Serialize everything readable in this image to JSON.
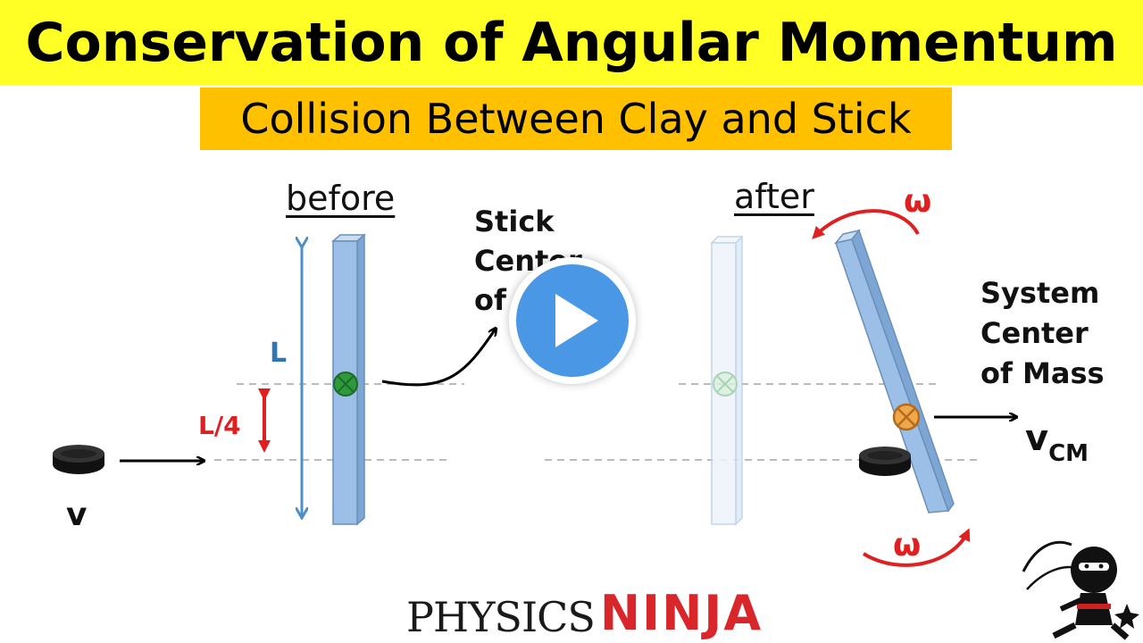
{
  "header": {
    "title": "Conservation of Angular Momentum",
    "subtitle": "Collision Between Clay and Stick"
  },
  "diagram": {
    "before_label": "before",
    "after_label": "after",
    "length_label": "L",
    "offset_label": "L/4",
    "velocity_label": "v",
    "stick_com_label": [
      "Stick",
      "Center",
      "of"
    ],
    "system_com_label": [
      "System",
      "Center",
      "of Mass"
    ],
    "vcm_main": "v",
    "vcm_sub": "CM",
    "omega_label": "ω"
  },
  "brand": {
    "part1": "PHYSICS",
    "part2": "NINJA"
  },
  "colors": {
    "title_bg": "#ffff26",
    "subtitle_bg": "#ffc000",
    "stick_fill": "#9bbfe6",
    "arrow_red": "#e02020",
    "length_arrow": "#4f8fc8",
    "play_button": "#4a97e6"
  }
}
